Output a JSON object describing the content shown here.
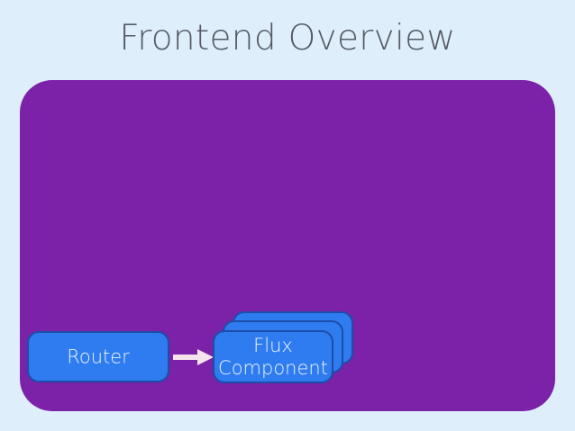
{
  "slide": {
    "title": "Frontend Overview",
    "background_color": "#deeffb",
    "panel_color": "#7b22a8",
    "title_color": "#545a64"
  },
  "diagram": {
    "type": "flow",
    "node_fill_color": "#2f7bf0",
    "node_border_color": "#1b4ea8",
    "node_text_color": "#e9f6ff",
    "arrow_color": "#f7e3ec",
    "nodes": [
      {
        "id": "router",
        "label": "Router",
        "stacked": false
      },
      {
        "id": "flux-component",
        "label": "Flux\nComponent",
        "stacked": true,
        "stack_count": 3
      }
    ],
    "connections": [
      {
        "id": "router-to-flux",
        "from": "router",
        "to": "flux-component",
        "style": "arrow",
        "direction": "right"
      }
    ]
  }
}
